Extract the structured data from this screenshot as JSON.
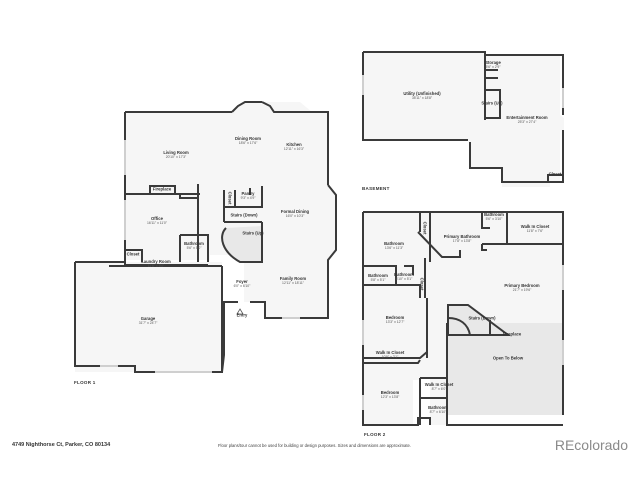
{
  "floors": [
    {
      "label": "FLOOR 1",
      "rooms": [
        {
          "name": "Living Room",
          "dims": "20'10\" x 17'3\""
        },
        {
          "name": "Dining Room",
          "dims": "18'6\" x 17'6\""
        },
        {
          "name": "Kitchen",
          "dims": "12'11\" x 16'3\""
        },
        {
          "name": "Fireplace",
          "dims": ""
        },
        {
          "name": "Closet",
          "dims": ""
        },
        {
          "name": "Pantry",
          "dims": "9'3\" x 4'9\""
        },
        {
          "name": "Stairs (Down)",
          "dims": ""
        },
        {
          "name": "Stairs (Up)",
          "dims": ""
        },
        {
          "name": "Formal Dining",
          "dims": "16'0\" x 10'3\""
        },
        {
          "name": "Office",
          "dims": "16'11\" x 11'0\""
        },
        {
          "name": "Bathroom",
          "dims": "5'6\" x 5'0\""
        },
        {
          "name": "Closet",
          "dims": ""
        },
        {
          "name": "Laundry Room",
          "dims": "11'6\" x 5'0\""
        },
        {
          "name": "Foyer",
          "dims": "6'0\" x 6'10\""
        },
        {
          "name": "Family Room",
          "dims": "12'11\" x 18'11\""
        },
        {
          "name": "Garage",
          "dims": "31'7\" x 24'7\""
        },
        {
          "name": "Entry",
          "dims": ""
        }
      ]
    },
    {
      "label": "BASEMENT",
      "rooms": [
        {
          "name": "Utility (Unfinished)",
          "dims": "35'11\" x 18'8\""
        },
        {
          "name": "Storage",
          "dims": "5'6\" x 2'9\""
        },
        {
          "name": "Stairs (Up)",
          "dims": ""
        },
        {
          "name": "Entertainment Room",
          "dims": "25'3\" x 27'4\""
        },
        {
          "name": "Closet",
          "dims": ""
        }
      ]
    },
    {
      "label": "FLOOR 2",
      "rooms": [
        {
          "name": "Bathroom",
          "dims": "13'6\" x 11'3\""
        },
        {
          "name": "Closet",
          "dims": ""
        },
        {
          "name": "Primary Bathroom",
          "dims": "17'8\" x 13'8\""
        },
        {
          "name": "Bathroom",
          "dims": "5'6\" x 3'10\""
        },
        {
          "name": "Walk In Closet",
          "dims": "11'8\" x 7'6\""
        },
        {
          "name": "Bathroom",
          "dims": "5'8\" x 5'1\""
        },
        {
          "name": "Bathroom",
          "dims": "6'10\" x 5'1\""
        },
        {
          "name": "Closet",
          "dims": ""
        },
        {
          "name": "Primary Bedroom",
          "dims": "21'7\" x 19'6\""
        },
        {
          "name": "Bedroom",
          "dims": "13'3\" x 12'7\""
        },
        {
          "name": "Stairs (Down)",
          "dims": ""
        },
        {
          "name": "Fireplace",
          "dims": ""
        },
        {
          "name": "Walk In Closet",
          "dims": "10'9\" x 2'1\""
        },
        {
          "name": "Open To Below",
          "dims": ""
        },
        {
          "name": "Walk In Closet",
          "dims": "8'7\" x 6'0\""
        },
        {
          "name": "Bedroom",
          "dims": "12'3\" x 13'8\""
        },
        {
          "name": "Bathroom",
          "dims": "8'7\" x 6'10\""
        }
      ]
    }
  ],
  "footer": {
    "address": "4749 Nighthorse Ct, Parker, CO 80134",
    "disclaimer": "Floor plans/tour cannot be used for building or design purposes. Sizes and dimensions are approximate.",
    "brand": "REcolorado"
  }
}
